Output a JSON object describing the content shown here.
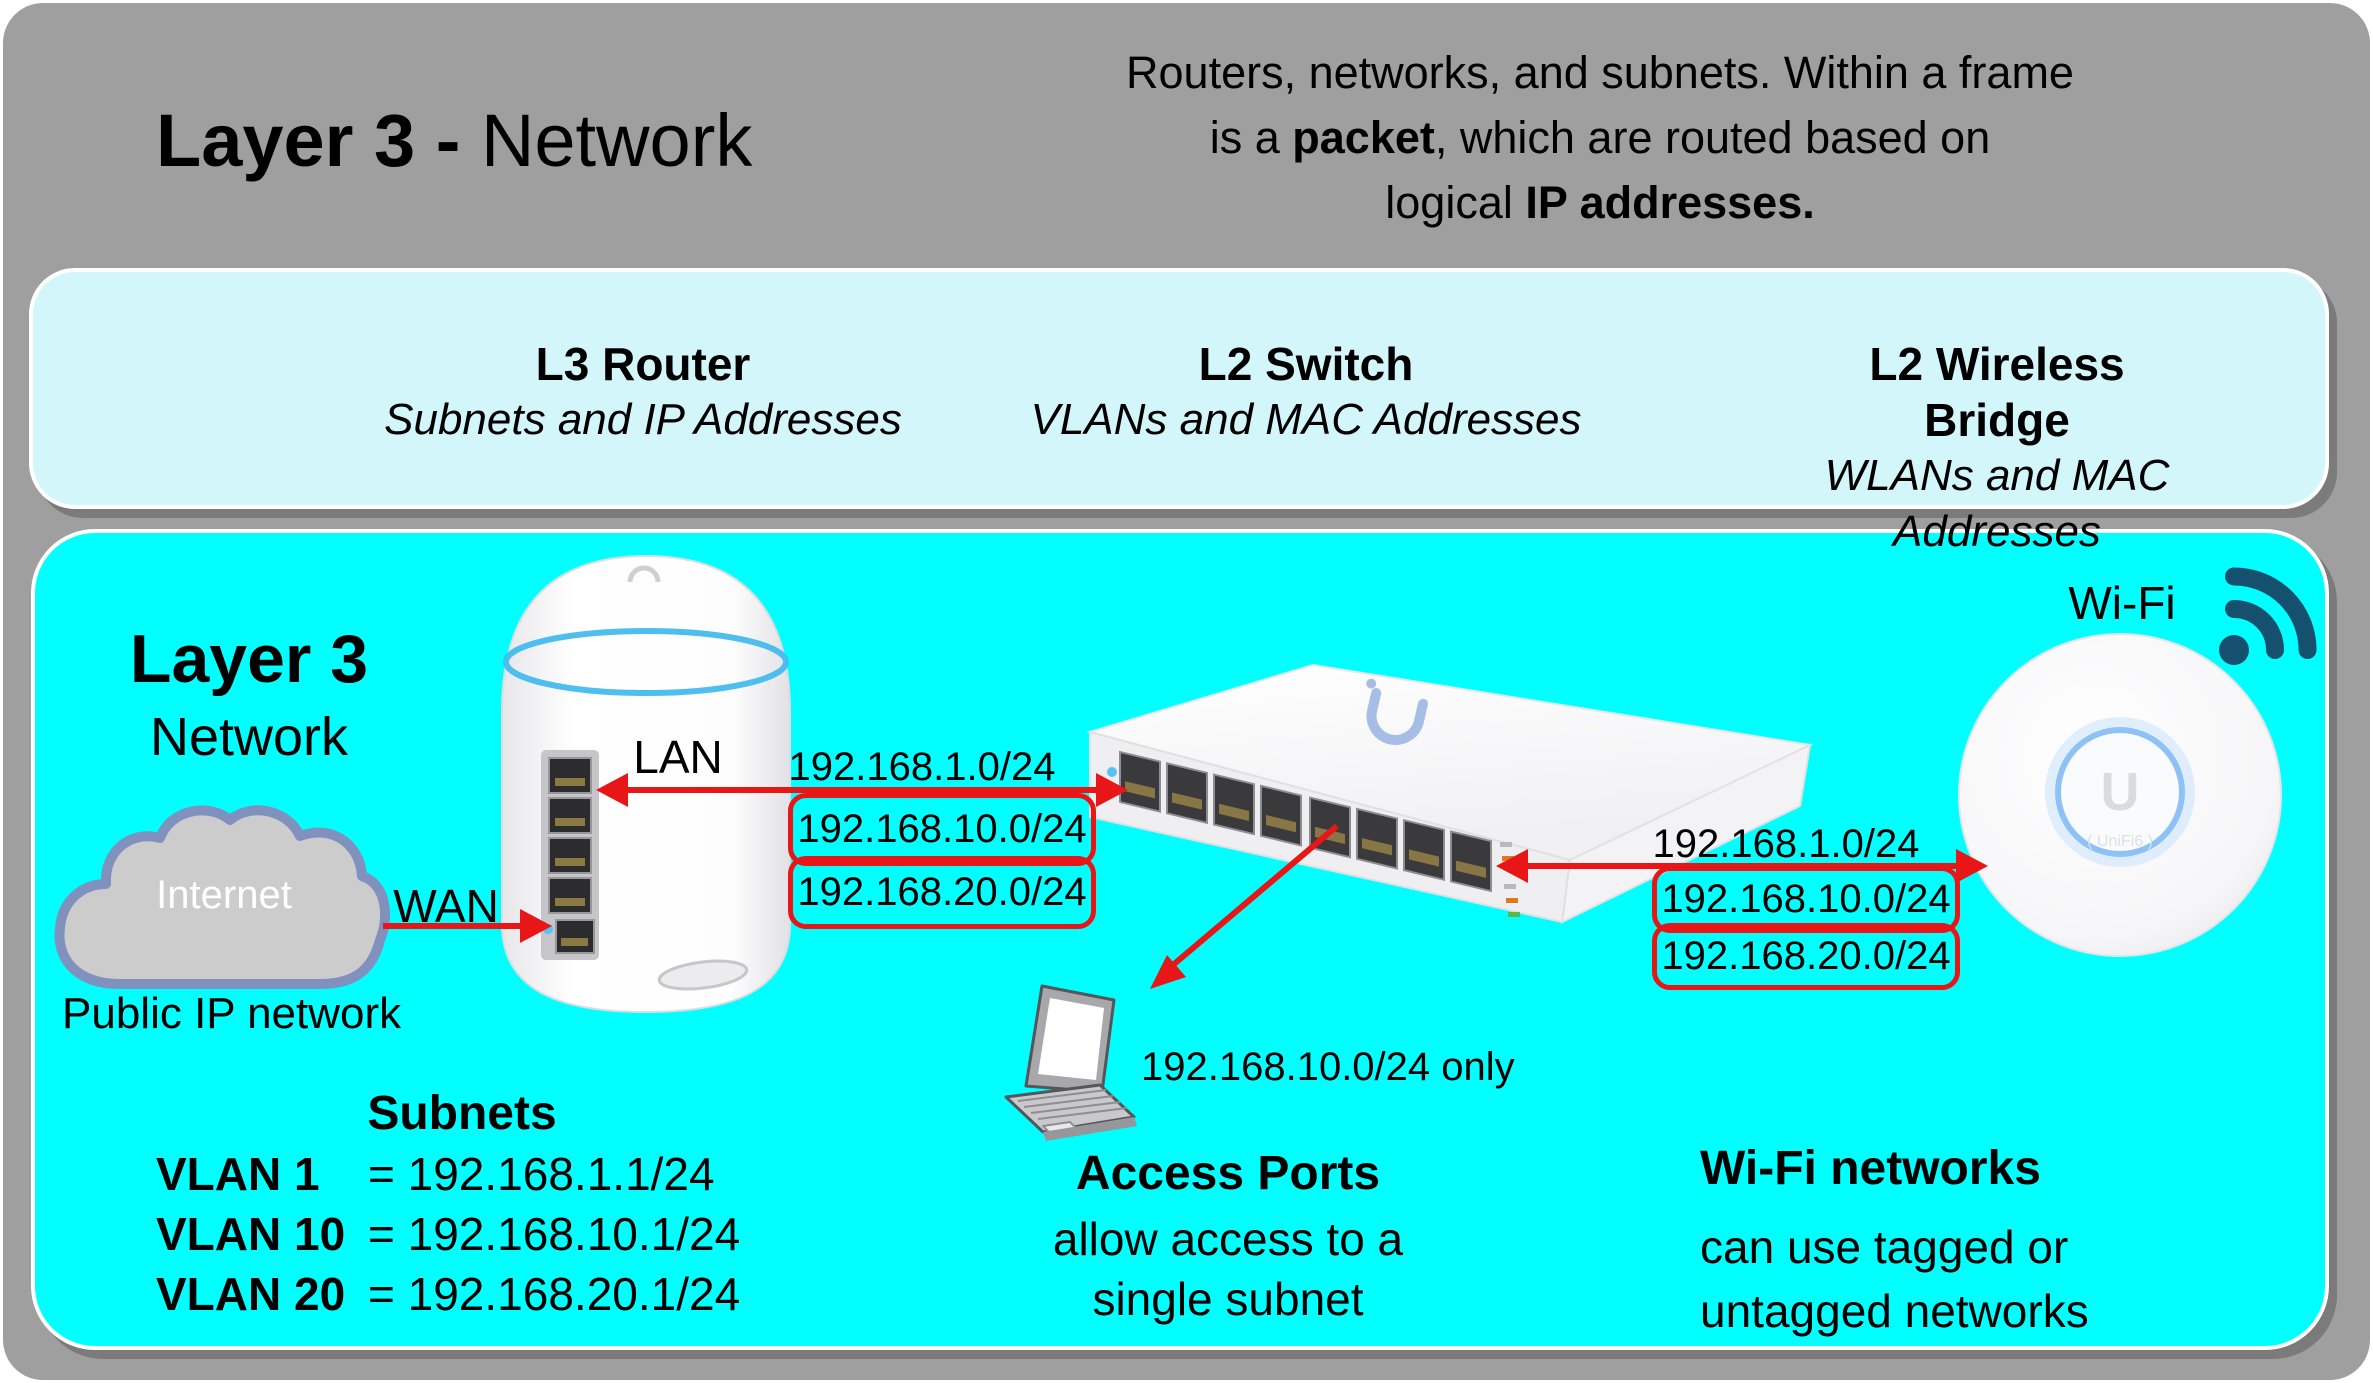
{
  "header": {
    "title_bold": "Layer 3 - ",
    "title_rest": "Network",
    "desc": {
      "l1": "Routers, networks, and subnets. Within a frame",
      "l2a": "is a ",
      "l2b": "packet",
      "l2c": ", which are routed based on",
      "l3a": "logical ",
      "l3b": "IP addresses."
    }
  },
  "legend": {
    "columns": [
      {
        "title": "L3 Router",
        "subtitle": "Subnets and IP Addresses"
      },
      {
        "title": "L2 Switch",
        "subtitle": "VLANs and MAC Addresses"
      },
      {
        "title": "L2 Wireless Bridge",
        "subtitle": "WLANs and MAC Addresses"
      }
    ]
  },
  "diagram": {
    "zone_label_bold": "Layer 3",
    "zone_label_sub": "Network",
    "cloud_label": "Internet",
    "cloud_caption": "Public IP network",
    "wan_label": "WAN",
    "lan_label": "LAN",
    "wifi_label": "Wi-Fi",
    "router_to_switch": {
      "networks": [
        "192.168.1.0/24",
        "192.168.10.0/24",
        "192.168.20.0/24"
      ]
    },
    "switch_to_ap": {
      "networks": [
        "192.168.1.0/24",
        "192.168.10.0/24",
        "192.168.20.0/24"
      ]
    },
    "laptop_caption": "192.168.10.0/24 only",
    "subnets": {
      "heading": "Subnets",
      "rows": [
        {
          "label": "VLAN 1",
          "value": "= 192.168.1.1/24"
        },
        {
          "label": "VLAN 10",
          "value": "= 192.168.10.1/24"
        },
        {
          "label": "VLAN 20",
          "value": "= 192.168.20.1/24"
        }
      ]
    },
    "access_ports": {
      "heading": "Access Ports",
      "line1": "allow access to a",
      "line2": "single subnet"
    },
    "wifi_networks": {
      "heading": "Wi-Fi networks",
      "line1": "can use tagged or",
      "line2": "untagged networks"
    }
  },
  "colors": {
    "background": "#9f9f9f",
    "panel_cyan": "#00ffff",
    "panel_light": "#d3f6fa",
    "arrow_red": "#e81616",
    "wifi_icon_navy": "#15506f",
    "cloud_fill": "#cccccc",
    "cloud_stroke": "#8191bd"
  }
}
